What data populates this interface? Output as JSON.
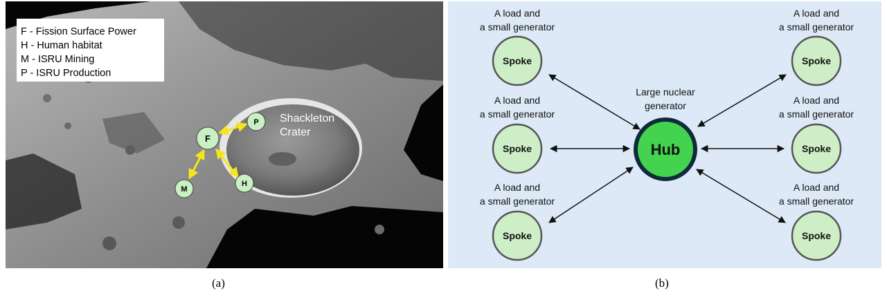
{
  "panel_a": {
    "legend": [
      "F - Fission Surface Power",
      "H - Human habitat",
      "M - ISRU Mining",
      "P - ISRU Production"
    ],
    "crater_label_line1": "Shackleton",
    "crater_label_line2": "Crater",
    "nodes": {
      "f": "F",
      "h": "H",
      "m": "M",
      "p": "P"
    },
    "caption": "(a)",
    "colors": {
      "node_fill": "#c9f0c2",
      "arrow": "#f5e61b",
      "terrain": "#8f8f8f"
    }
  },
  "panel_b": {
    "hub_label": "Hub",
    "hub_caption_line1": "Large nuclear",
    "hub_caption_line2": "generator",
    "spoke_label": "Spoke",
    "spoke_caption_line1": "A load and",
    "spoke_caption_line2": "a small generator",
    "caption": "(b)",
    "colors": {
      "background": "#dde9f6",
      "hub_fill": "#44d34f",
      "hub_border": "#0f2a3a",
      "spoke_fill": "#cdeec6",
      "spoke_border": "#555555"
    }
  }
}
